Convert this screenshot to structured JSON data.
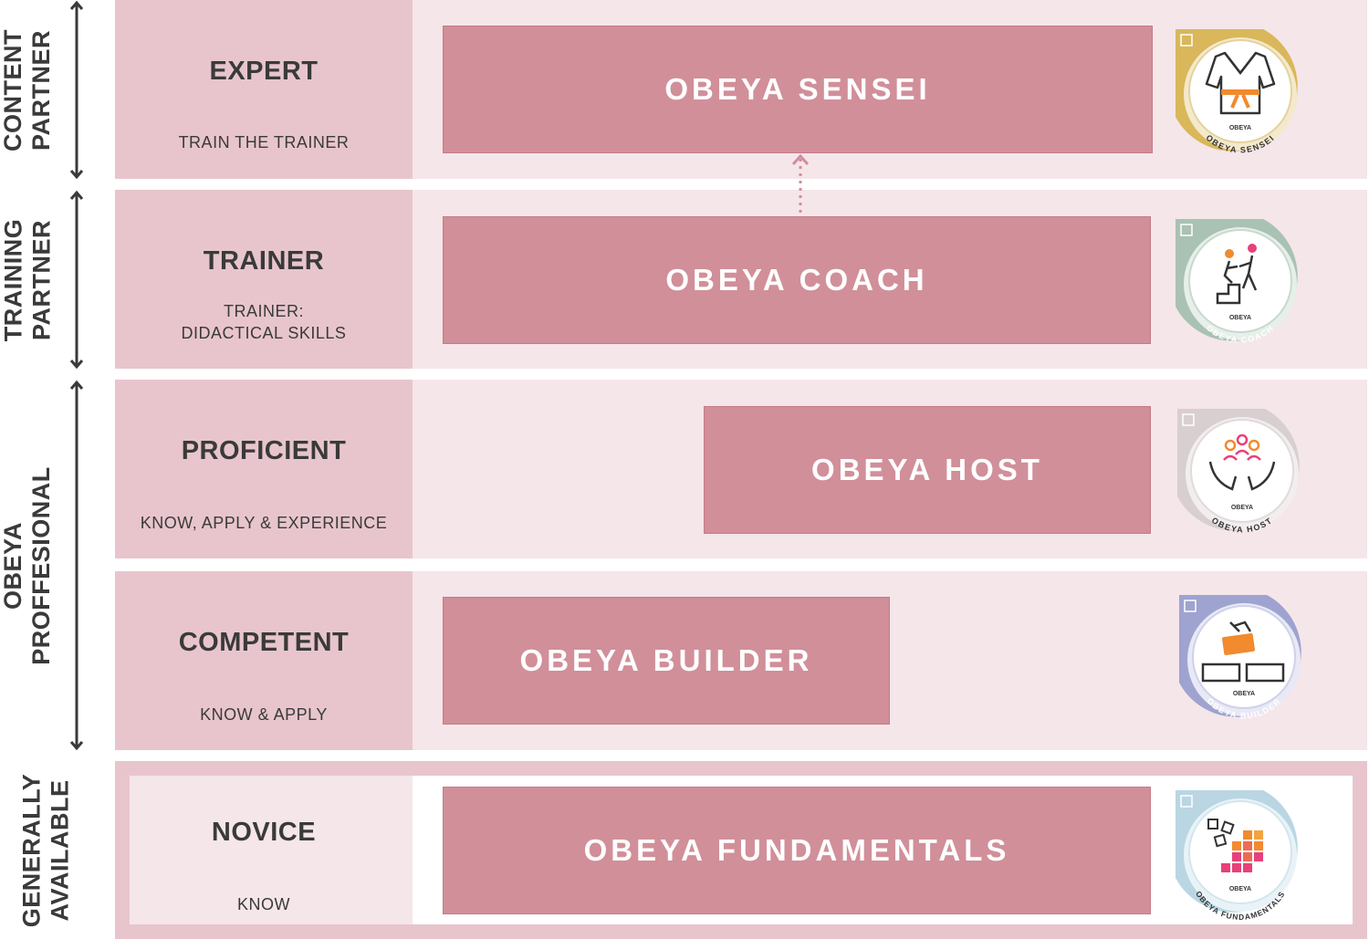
{
  "groups": {
    "content_partner": {
      "line1": "CONTENT",
      "line2": "PARTNER"
    },
    "training_partner": {
      "line1": "TRAINING",
      "line2": "PARTNER"
    },
    "obeya_professional": {
      "line1": "OBEYA",
      "line2": "PROFFESIONAL"
    },
    "generally_available": {
      "line1": "GENERALLY",
      "line2": "AVAILABLE"
    }
  },
  "levels": {
    "expert": {
      "title": "EXPERT",
      "subtitle_line1": "TRAIN THE TRAINER",
      "bar": "OBEYA SENSEI",
      "badge_icon": "kimono-icon",
      "badge_label": "OBEYA SENSEI",
      "badge_color": "#d9b75a"
    },
    "trainer": {
      "title": "TRAINER",
      "subtitle_line1": "TRAINER:",
      "subtitle_line2": "DIDACTICAL SKILLS",
      "bar": "OBEYA COACH",
      "badge_icon": "coaching-people-icon",
      "badge_label": "OBEYA COACH",
      "badge_color": "#a9c2b3"
    },
    "proficient": {
      "title": "PROFICIENT",
      "subtitle_line1": "KNOW, APPLY & EXPERIENCE",
      "bar": "OBEYA HOST",
      "badge_icon": "hands-people-icon",
      "badge_label": "OBEYA HOST",
      "badge_color": "#d8cfd0"
    },
    "competent": {
      "title": "COMPETENT",
      "subtitle_line1": "KNOW & APPLY",
      "bar": "OBEYA BUILDER",
      "badge_icon": "card-placing-icon",
      "badge_label": "OBEYA BUILDER",
      "badge_color": "#9ea3d0"
    },
    "novice": {
      "title": "NOVICE",
      "subtitle_line1": "KNOW",
      "bar": "OBEYA FUNDAMENTALS",
      "badge_icon": "blocks-icon",
      "badge_label": "OBEYA FUNDAMENTALS",
      "badge_color": "#b9d6e2"
    }
  },
  "badge_logo_text": "OBEYA",
  "colors": {
    "row_bg": "#f5e6ea",
    "level_bg": "#e8c5cd",
    "bar_bg": "#d18f99",
    "bar_text": "#ffffff",
    "connector": "#d18f99"
  }
}
